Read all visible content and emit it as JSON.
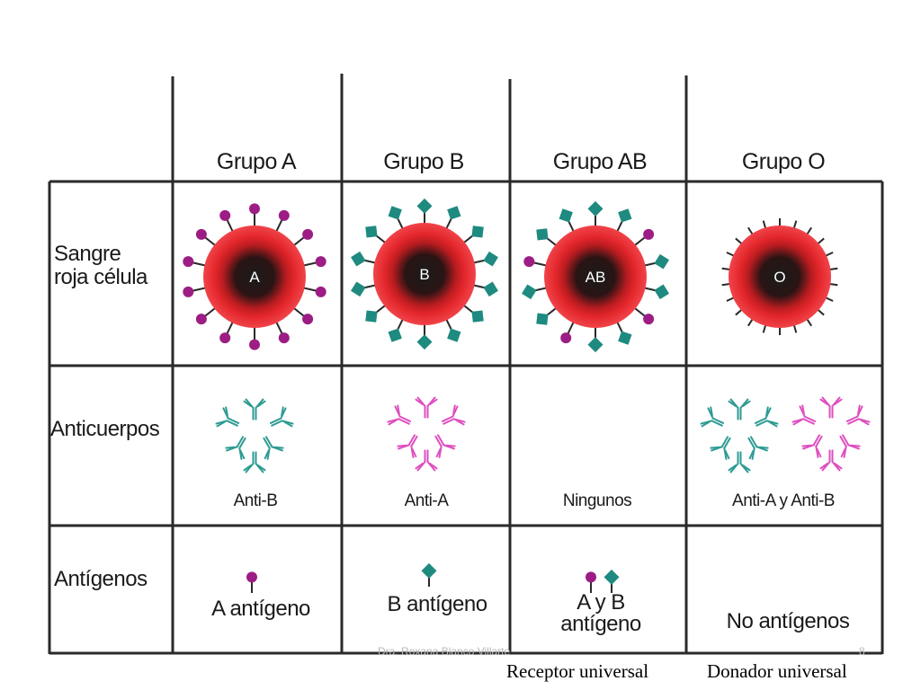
{
  "headers": [
    "Grupo A",
    "Grupo B",
    "Grupo AB",
    "Grupo O"
  ],
  "row_labels": {
    "cells": "Sangre\nroja célula",
    "antibodies": "Anticuerpos",
    "antigens": "Antígenos"
  },
  "cells": [
    "A",
    "B",
    "AB",
    "O"
  ],
  "antibodies": [
    "Anti-B",
    "Anti-A",
    "Ningunos",
    "Anti-A y Anti-B"
  ],
  "antigens": [
    "A antígeno",
    "B antígeno",
    "A y B\nantígeno",
    "No antígenos"
  ],
  "footer": {
    "author": "Dra. Roxana Blanco Villarte",
    "page": "8"
  },
  "captions": {
    "receptor": "Receptor universal",
    "donador": "Donador universal"
  },
  "colors": {
    "antigen_a": "#9c1d84",
    "antigen_b": "#1e8a80",
    "anti_a": "#de4fc0",
    "anti_b": "#2e9b93",
    "cell_red": "#e3262b",
    "line": "#2a2a2a"
  }
}
